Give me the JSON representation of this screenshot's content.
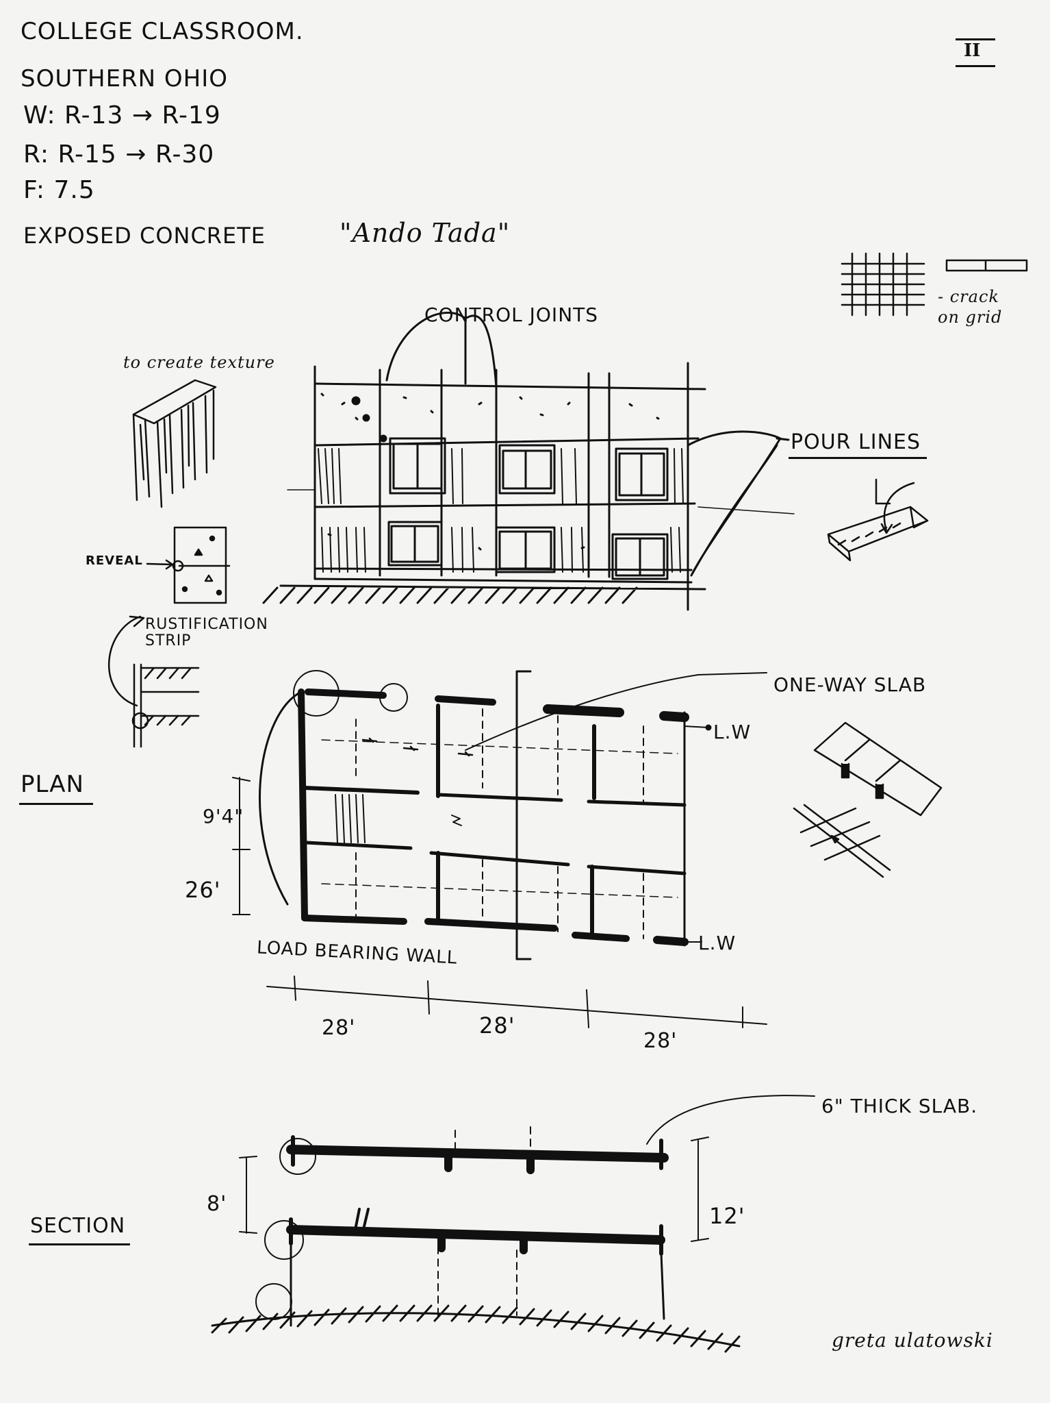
{
  "header": {
    "lines": [
      "COLLEGE CLASSROOM.",
      "SOUTHERN  OHIO",
      "W: R-13  →  R-19",
      "R: R-15  →  R-30",
      "F: 7.5",
      "EXPOSED CONCRETE"
    ],
    "quote": "\"Ando Tada\"",
    "page_number": "II"
  },
  "texture": {
    "label": "to create texture",
    "grid_note": "- crack on grid"
  },
  "elevation": {
    "control_joints": "CONTROL JOINTS",
    "pour_lines": "POUR LINES",
    "reveal": "REVEAL",
    "rustification": "RUSTIFICATION STRIP"
  },
  "plan": {
    "title": "PLAN",
    "one_way_slab": "ONE-WAY SLAB",
    "lw_top": "L.W",
    "lw_bottom": "L.W",
    "load_bearing_wall": "LOAD BEARING WALL",
    "dim_9_4": "9'4\"",
    "dim_26": "26'",
    "dim_28_a": "28'",
    "dim_28_b": "28'",
    "dim_28_c": "28'"
  },
  "section": {
    "title": "SECTION",
    "slab_note": "6\" THICK SLAB.",
    "dim_8": "8'",
    "dim_12": "12'"
  },
  "signature": "greta  ulatowski"
}
